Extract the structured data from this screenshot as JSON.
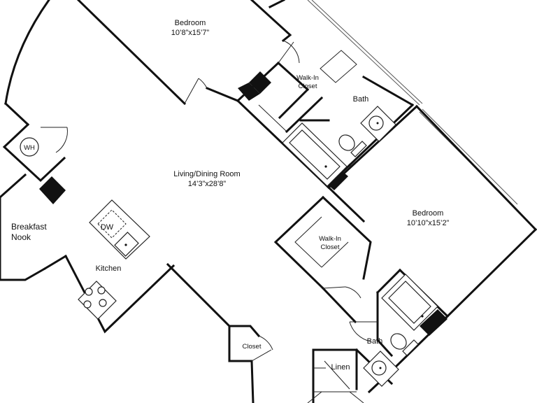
{
  "rooms": {
    "bedroom_top": {
      "name": "Bedroom",
      "dims": "10’8”x15’7”"
    },
    "walk_in_closet_top": {
      "line1": "Walk-In",
      "line2": "Closet"
    },
    "bath_top": {
      "name": "Bath"
    },
    "water_heater": {
      "name": "WH"
    },
    "living_dining": {
      "name": "Living/Dining Room",
      "dims": "14’3”x28’8”"
    },
    "breakfast_nook": {
      "line1": "Breakfast",
      "line2": "Nook"
    },
    "dishwasher": {
      "name": "DW"
    },
    "kitchen": {
      "name": "Kitchen"
    },
    "bedroom_right": {
      "name": "Bedroom",
      "dims": "10’10”x15’2”"
    },
    "walk_in_closet_right": {
      "line1": "Walk-In",
      "line2": "Closet"
    },
    "closet": {
      "name": "Closet"
    },
    "bath_bottom": {
      "name": "Bath"
    },
    "linen": {
      "name": "Linen"
    }
  }
}
